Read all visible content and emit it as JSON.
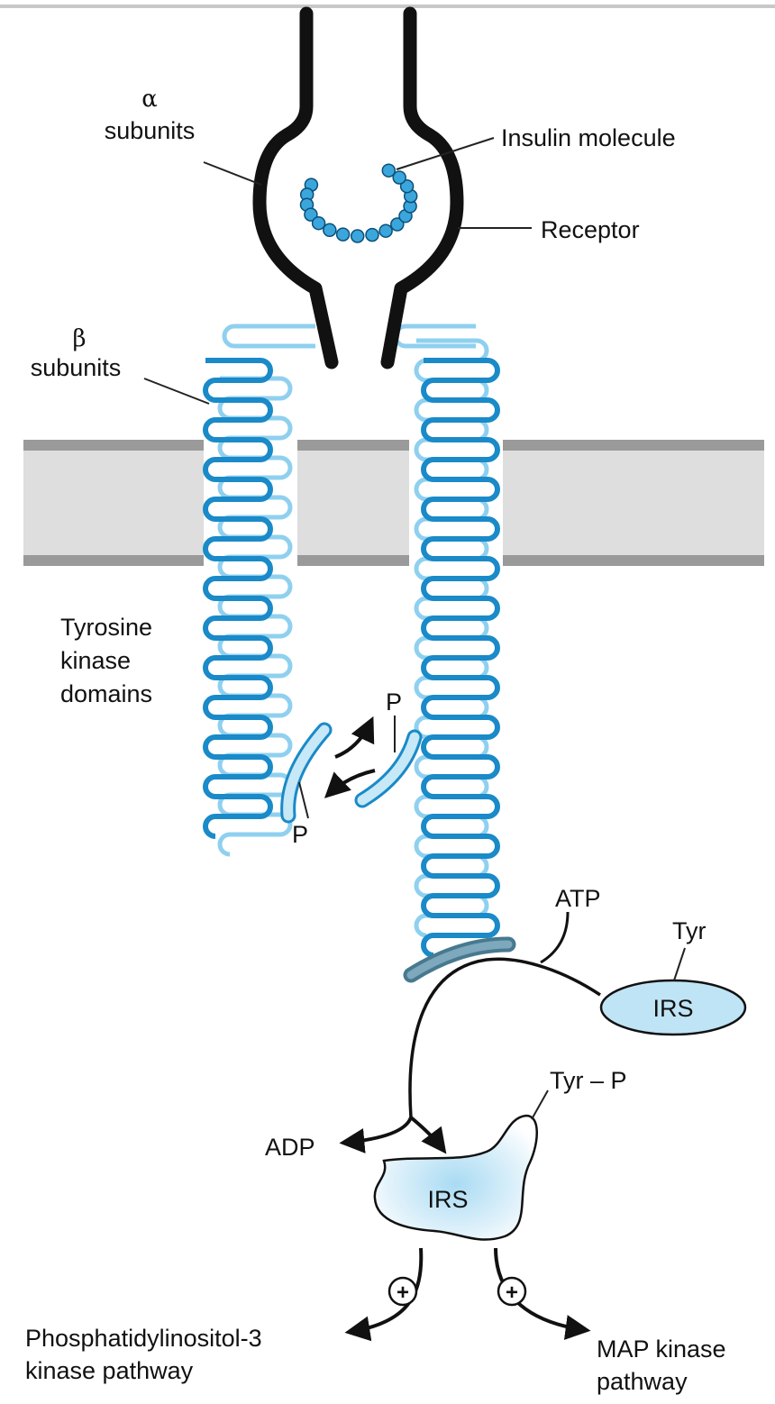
{
  "labels": {
    "alpha_symbol": "α",
    "alpha_subunits": "subunits",
    "insulin_molecule": "Insulin molecule",
    "receptor": "Receptor",
    "beta_symbol": "β",
    "beta_subunits": "subunits",
    "tyrosine_line1": "Tyrosine",
    "tyrosine_line2": "kinase",
    "tyrosine_line3": "domains",
    "phospho_upper": "P",
    "phospho_lower": "P",
    "atp": "ATP",
    "tyr": "Tyr",
    "irs_inactive": "IRS",
    "tyr_p": "Tyr – P",
    "adp": "ADP",
    "irs_active": "IRS",
    "plus_left": "+",
    "plus_right": "+",
    "pi3k_line1": "Phosphatidylinositol-3",
    "pi3k_line2": "kinase pathway",
    "mapk_line1": "MAP kinase",
    "mapk_line2": "pathway"
  },
  "colors": {
    "receptor_alpha": "#111111",
    "beta_dark": "#1a8ac8",
    "beta_light": "#8fd0ef",
    "insulin_bead": "#3aa6dc",
    "membrane": "#dedede",
    "membrane_edge": "#9a9a9a",
    "irs_fill": "#bfe4f5",
    "kinase_bar": "#5e8fa6"
  }
}
